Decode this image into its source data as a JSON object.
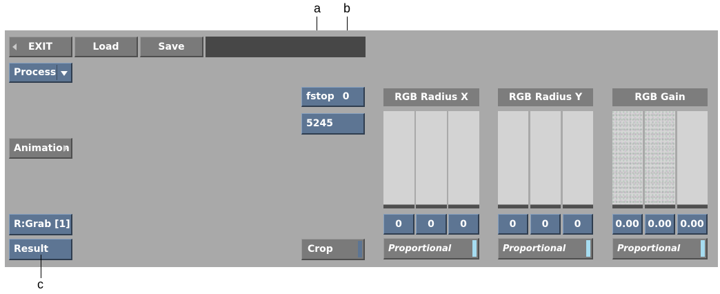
{
  "callouts": {
    "a": "a",
    "b": "b",
    "c": "c"
  },
  "toolbar": {
    "exit_label": "EXIT",
    "load_label": "Load",
    "save_label": "Save",
    "name_field": ""
  },
  "left": {
    "process_label": "Process",
    "animation_label": "Animation",
    "grab_label": "R:Grab [1]",
    "result_label": "Result"
  },
  "center": {
    "fstop_label": "fstop",
    "fstop_value": "0",
    "frame_value": "5245",
    "crop_label": "Crop"
  },
  "groups": {
    "radius_x": {
      "title": "RGB Radius X",
      "values": [
        "0",
        "0",
        "0"
      ],
      "mode": "Proportional"
    },
    "radius_y": {
      "title": "RGB Radius Y",
      "values": [
        "0",
        "0",
        "0"
      ],
      "mode": "Proportional"
    },
    "gain": {
      "title": "RGB Gain",
      "values": [
        "0.00",
        "0.00",
        "0.00"
      ],
      "mode": "Proportional"
    }
  }
}
